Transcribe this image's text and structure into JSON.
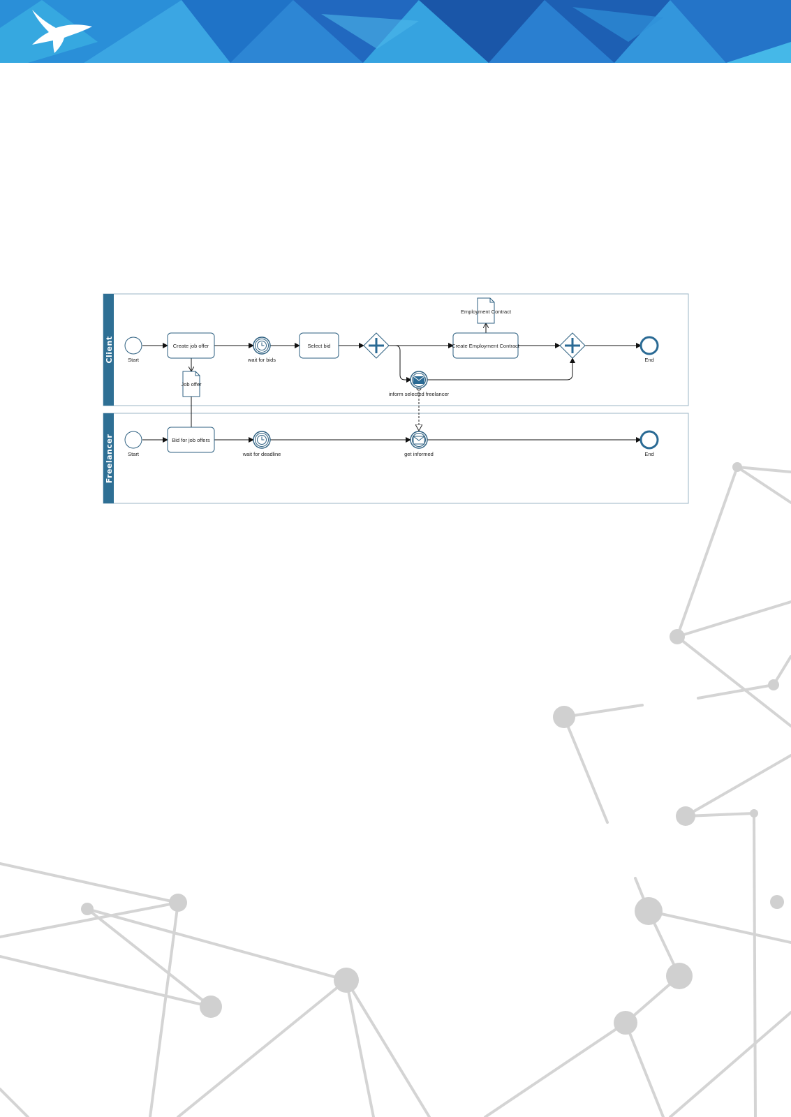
{
  "colors": {
    "banner_dark": "#1a4f9c",
    "banner_light": "#39aee0",
    "lane_header": "#2e6f94",
    "node_stroke": "#2c5f80",
    "network": "#d2d2d2"
  },
  "banner": {
    "logo_icon": "butterfly-logo-icon"
  },
  "lanes": {
    "client": {
      "label": "Client"
    },
    "freelancer": {
      "label": "Freelancer"
    }
  },
  "client": {
    "start_label": "Start",
    "create_job_offer": "Create job offer",
    "wait_for_bids": "wait for bids",
    "select_bid": "Select bid",
    "create_contract": "Create Employment Contract",
    "inform_freelancer": "inform selected freelancer",
    "end_label": "End",
    "job_offer_doc": "Job offer",
    "contract_doc": "Employment Contract"
  },
  "freelancer": {
    "start_label": "Start",
    "bid_for_job_offers": "Bid for job offers",
    "wait_for_deadline": "wait for deadline",
    "get_informed": "get informed",
    "end_label": "End"
  }
}
